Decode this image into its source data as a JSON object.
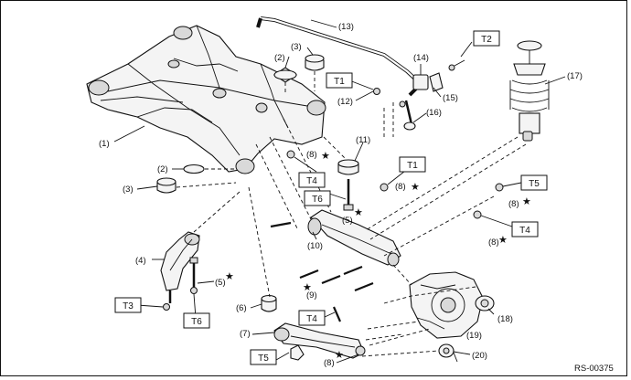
{
  "callouts": {
    "c1": "(1)",
    "c2a": "(2)",
    "c2b": "(2)",
    "c3a": "(3)",
    "c3b": "(3)",
    "c4": "(4)",
    "c5a": "(5)",
    "c5b": "(5)",
    "c6": "(6)",
    "c7": "(7)",
    "c8a": "(8)",
    "c8b": "(8)",
    "c8c": "(8)",
    "c8d": "(8)",
    "c8e": "(8)",
    "c9": "(9)",
    "c10": "(10)",
    "c11": "(11)",
    "c12": "(12)",
    "c13": "(13)",
    "c14": "(14)",
    "c15": "(15)",
    "c16": "(16)",
    "c17": "(17)",
    "c18": "(18)",
    "c19": "(19)",
    "c20": "(20)"
  },
  "torque_labels": {
    "t1a": "T1",
    "t1b": "T1",
    "t2": "T2",
    "t3": "T3",
    "t4a": "T4",
    "t4b": "T4",
    "t4c": "T4",
    "t5a": "T5",
    "t5b": "T5",
    "t6a": "T6",
    "t6b": "T6"
  },
  "star_symbol": "★",
  "figure_code": "RS-00375"
}
